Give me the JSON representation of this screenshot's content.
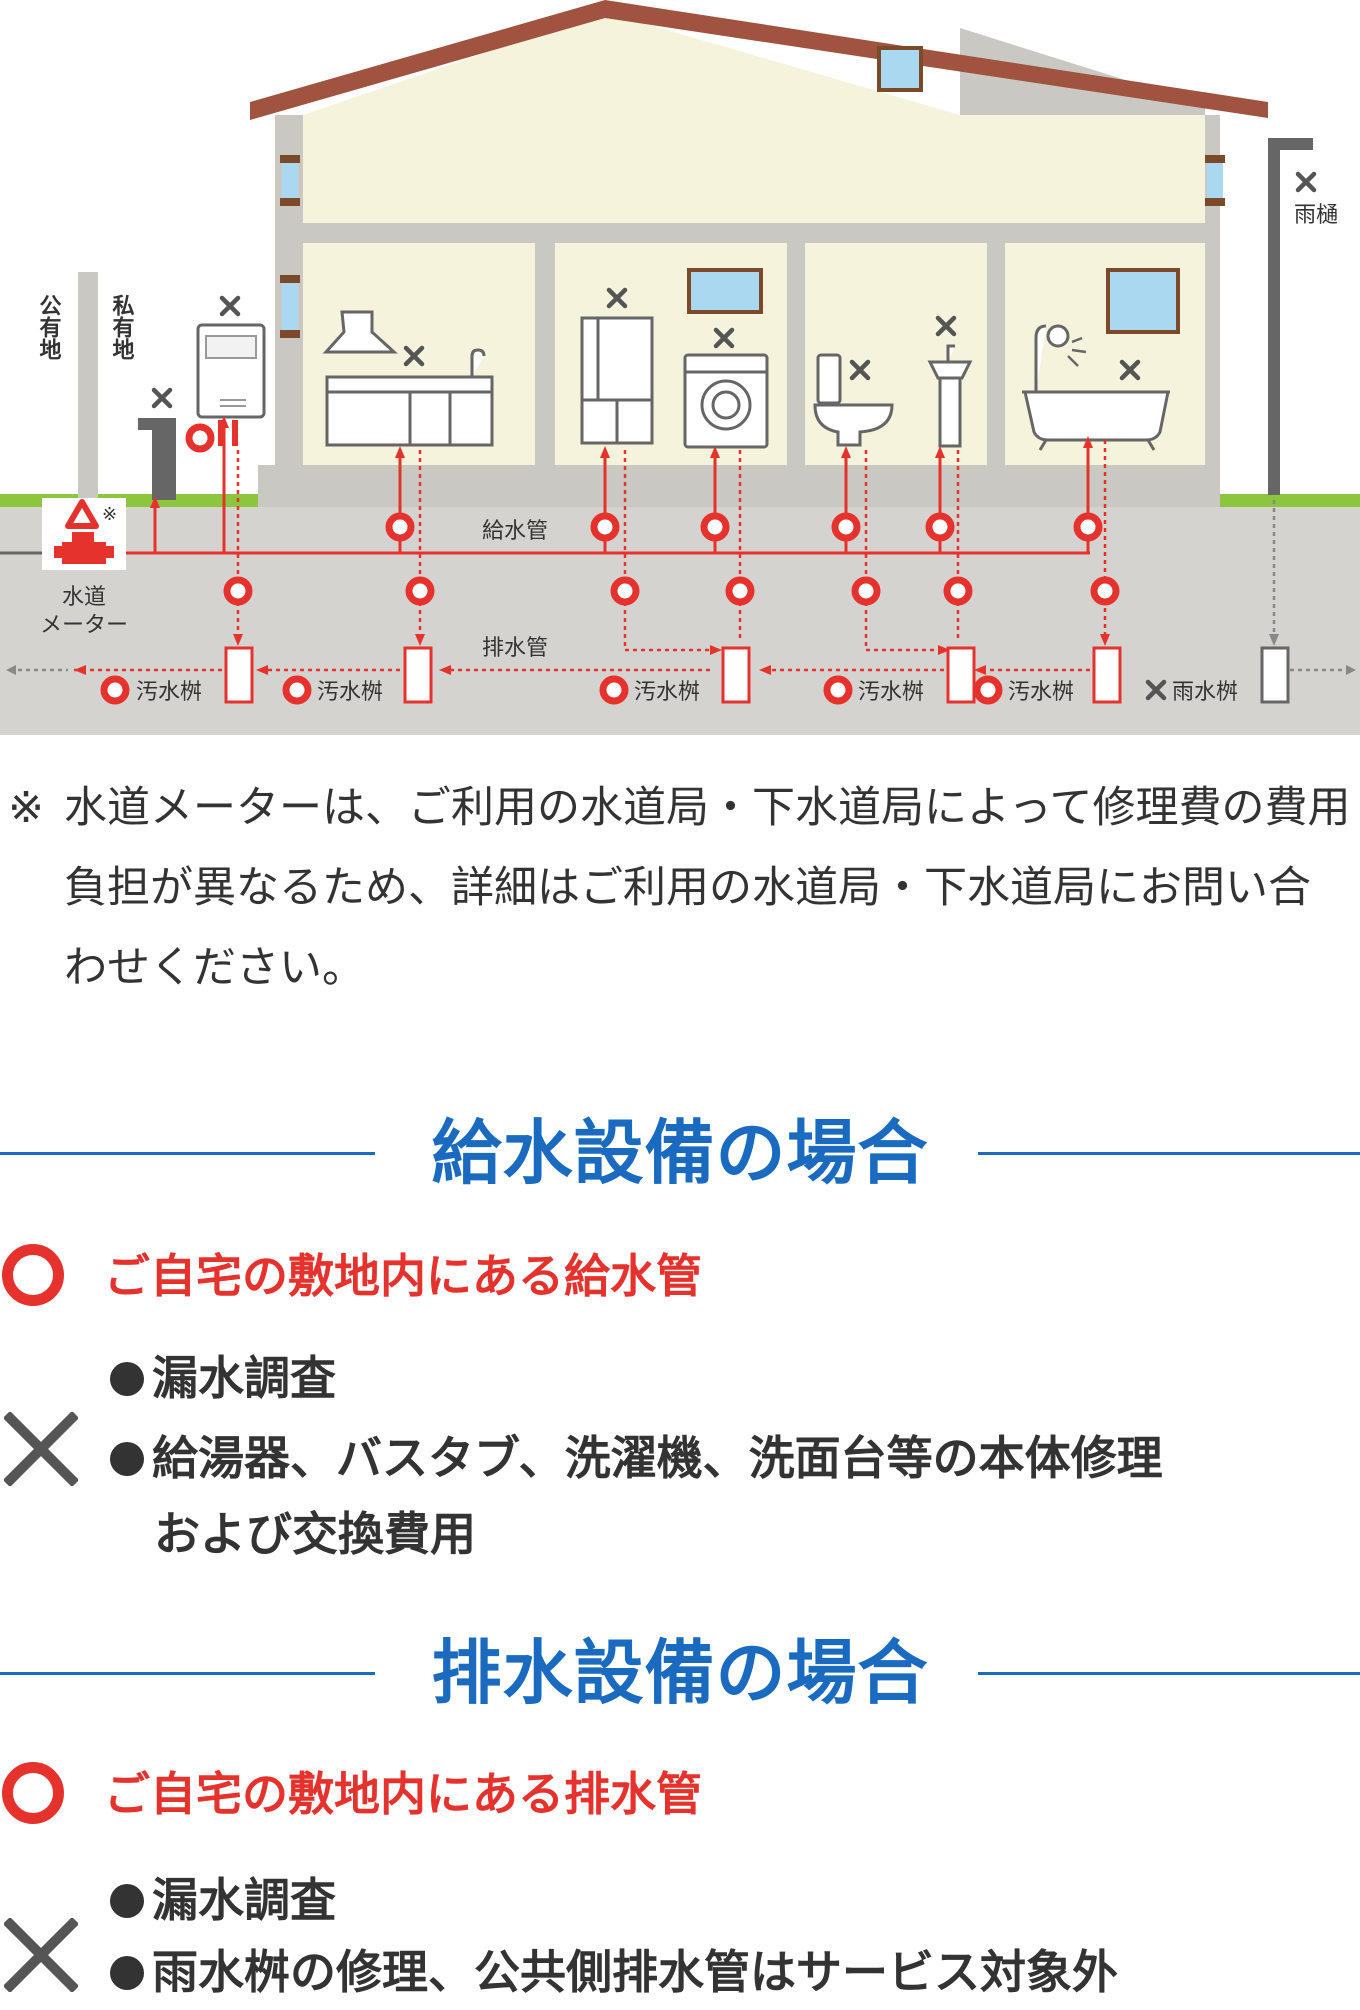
{
  "diagram": {
    "labels": {
      "public_land": "公有地",
      "private_land": "私有地",
      "water_meter": [
        "水道",
        "メーター"
      ],
      "meter_note_mark": "※",
      "supply_pipe": "給水管",
      "drain_pipe": "排水管",
      "rain_gutter": "雨樋",
      "sewage_basin": "汚水桝",
      "rain_basin": "雨水桝"
    },
    "colors": {
      "covered": "#e5322d",
      "not_covered": "#555555",
      "ground": "#d5d3cf",
      "grass": "#8cc63f",
      "wall": "#c9c8c3",
      "room": "#f6f3dc",
      "window": "#a9d8f0",
      "accent": "#1a6bbf"
    }
  },
  "note": {
    "mark": "※",
    "text": "水道メーターは、ご利用の水道局・下水道局によって修理費の費用負担が異なるため、詳細はご利用の水道局・下水道局にお問い合わせください。"
  },
  "supply": {
    "title": "給水設備の場合",
    "ok": "ご自宅の敷地内にある給水管",
    "ng": [
      [
        "漏水調査"
      ],
      [
        "給湯器、バスタブ、洗濯機、洗面台等の本体修理",
        "および交換費用"
      ]
    ]
  },
  "drain": {
    "title": "排水設備の場合",
    "ok": "ご自宅の敷地内にある排水管",
    "ng": [
      [
        "漏水調査"
      ],
      [
        "雨水桝の修理、公共側排水管はサービス対象外"
      ]
    ]
  }
}
